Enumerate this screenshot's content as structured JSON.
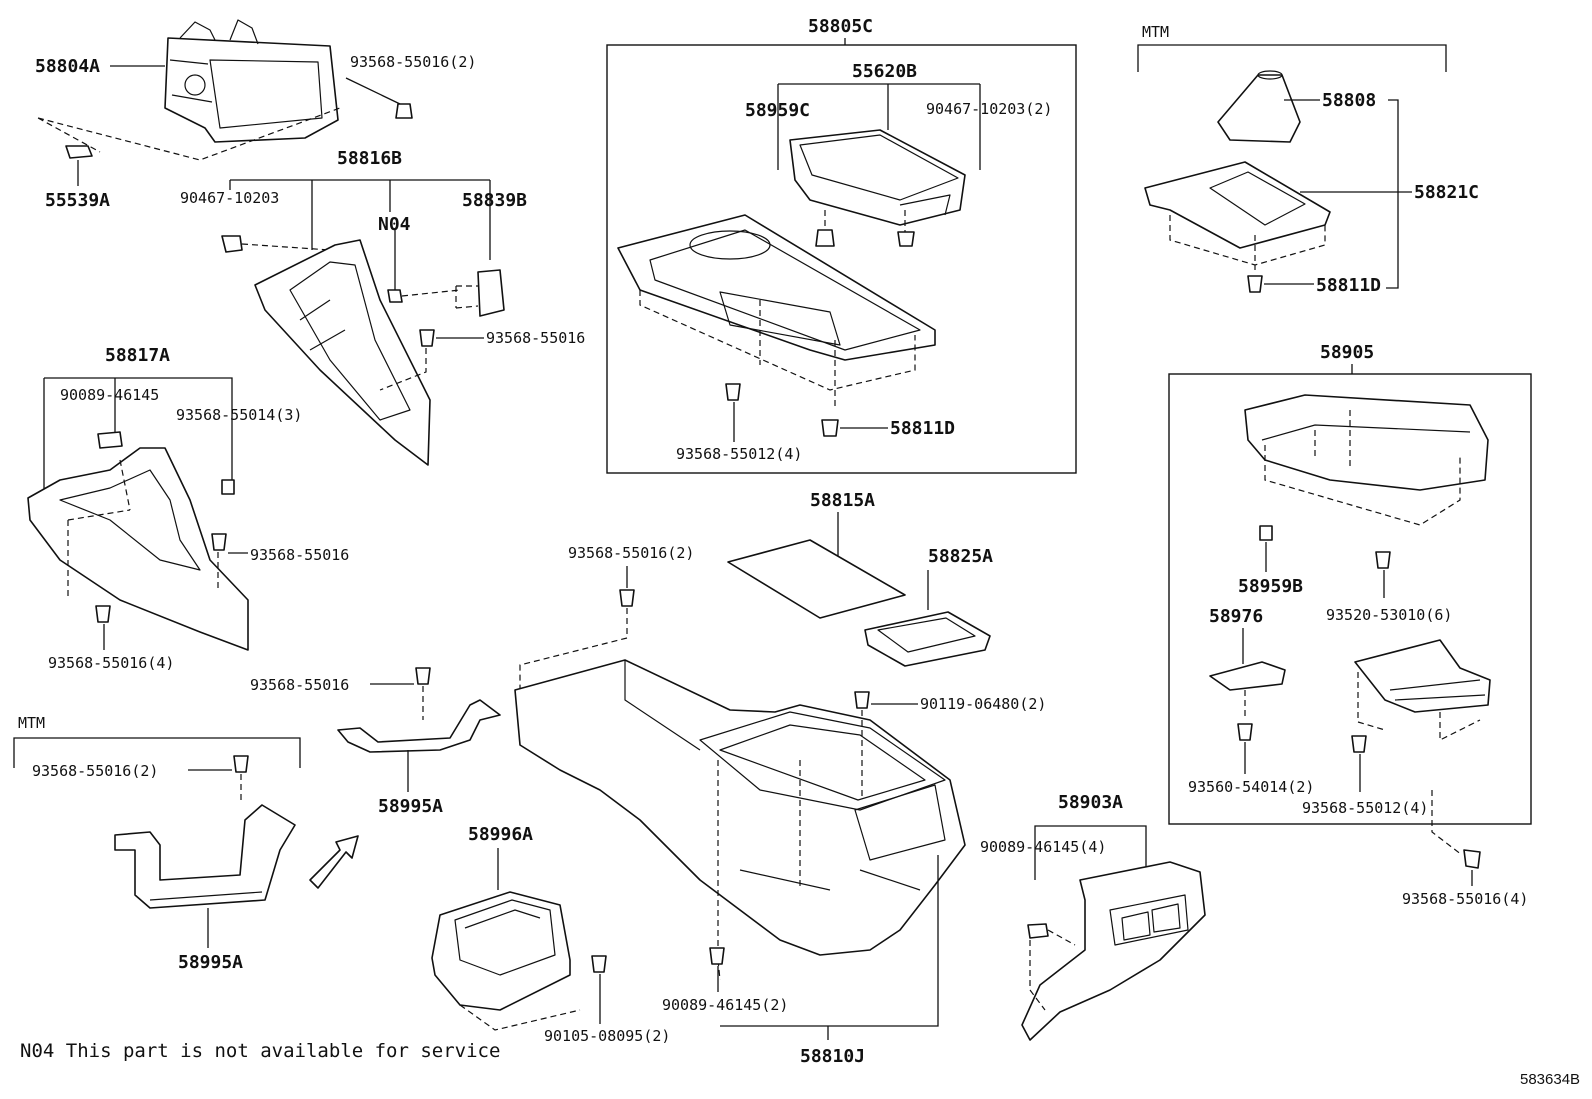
{
  "parts": {
    "p58804A": "58804A",
    "p93568_55016_2_top": "93568-55016(2)",
    "p55539A": "55539A",
    "p58816B": "58816B",
    "p90467_10203": "90467-10203",
    "pN04": "N04",
    "p58839B": "58839B",
    "p93568_55016_mid": "93568-55016",
    "p58817A": "58817A",
    "p90089_46145": "90089-46145",
    "p93568_55014_3": "93568-55014(3)",
    "p93568_55016_left": "93568-55016",
    "p93568_55016_4_left": "93568-55016(4)",
    "p58805C": "58805C",
    "p55620B": "55620B",
    "p58959C": "58959C",
    "p90467_10203_2": "90467-10203(2)",
    "p93568_55012_4_box": "93568-55012(4)",
    "p58811D_box": "58811D",
    "pMTM_right": "MTM",
    "p58808": "58808",
    "p58821C": "58821C",
    "p58811D_right": "58811D",
    "p58905": "58905",
    "p58959B": "58959B",
    "p93520_53010_6": "93520-53010(6)",
    "p58976": "58976",
    "p93560_54014_2": "93560-54014(2)",
    "p93568_55012_4_right": "93568-55012(4)",
    "p93568_55016_4_right": "93568-55016(4)",
    "p58815A": "58815A",
    "p58825A": "58825A",
    "p93568_55016_2_center": "93568-55016(2)",
    "p93568_55016_center": "93568-55016",
    "p90119_06480_2": "90119-06480(2)",
    "pMTM_left": "MTM",
    "p93568_55016_2_left": "93568-55016(2)",
    "p58995A_center": "58995A",
    "p58995A_left": "58995A",
    "p58996A": "58996A",
    "p90105_08095_2": "90105-08095(2)",
    "p90089_46145_2": "90089-46145(2)",
    "p58810J": "58810J",
    "p58903A": "58903A",
    "p90089_46145_4": "90089-46145(4)"
  },
  "footnote": "N04 This part is not available for service",
  "diagram_ref": "583634B"
}
